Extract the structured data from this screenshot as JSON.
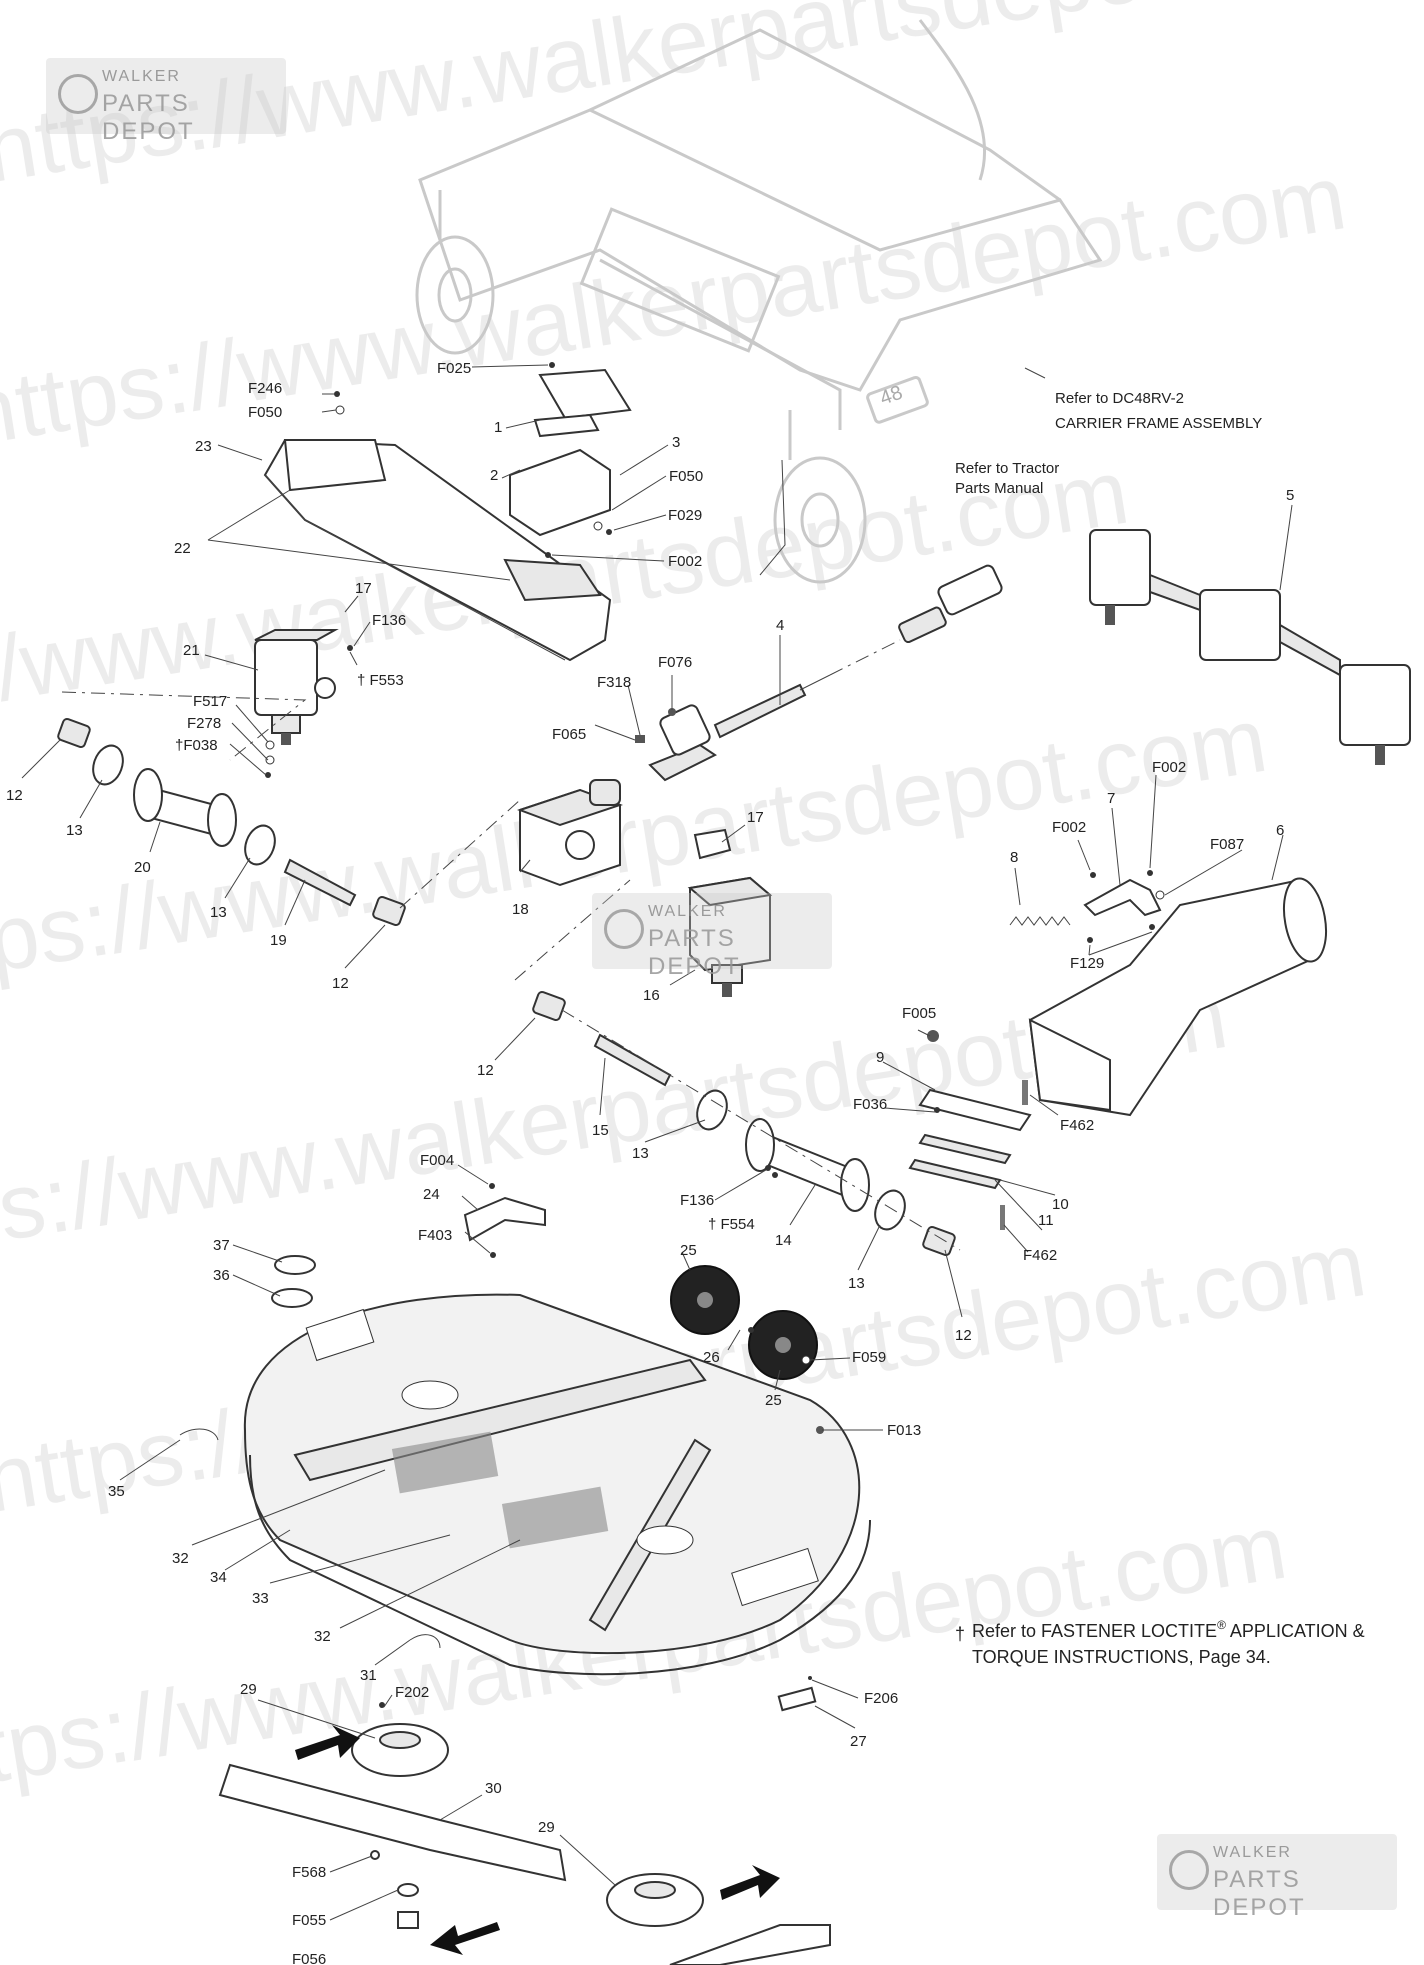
{
  "watermark": {
    "line1": "https://www.walkerpartsdepot.com",
    "line2": "https://www.walkerpartsdepot.com",
    "line3": "https://www.walkerpartsdepot.com",
    "line4": "https://www.walkerpartsdepot.com",
    "line5": "https://www.walkerpartsdepot.com",
    "line6": "https://www.walkerpartsdepot.com",
    "line7": "https://www.walkerpartsdepot.com"
  },
  "logo": {
    "walker": "WALKER",
    "depot": "PARTS DEPOT"
  },
  "refs": {
    "carrier_1": "Refer to DC48RV-2",
    "carrier_2": "CARRIER FRAME ASSEMBLY",
    "tractor_1": "Refer to Tractor",
    "tractor_2": "Parts Manual"
  },
  "note": {
    "dagger": "†",
    "line1": "Refer to FASTENER LOCTITE",
    "reg": "®",
    "line1b": " APPLICATION &",
    "line2": "TORQUE INSTRUCTIONS, Page 34."
  },
  "deck_badge": "48",
  "labels": {
    "F246": "F246",
    "F050a": "F050",
    "F025": "F025",
    "p1": "1",
    "p2": "2",
    "p3": "3",
    "F050b": "F050",
    "F029": "F029",
    "F002a": "F002",
    "p23": "23",
    "p22": "22",
    "p17a": "17",
    "F136a": "F136",
    "F553": "† F553",
    "p21": "21",
    "F517": "F517",
    "F278": "F278",
    "F038": "†F038",
    "p12a": "12",
    "p13a": "13",
    "p20": "20",
    "p13b": "13",
    "p19": "19",
    "p12b": "12",
    "p18": "18",
    "F318": "F318",
    "F076": "F076",
    "p4": "4",
    "F065": "F065",
    "p5": "5",
    "p17b": "17",
    "p16": "16",
    "F002b": "F002",
    "F002c": "F002",
    "p7": "7",
    "F087": "F087",
    "p8": "8",
    "p6": "6",
    "F129": "F129",
    "F005": "F005",
    "p9": "9",
    "F036": "F036",
    "F462a": "F462",
    "p12c": "12",
    "p15": "15",
    "p13c": "13",
    "F136b": "F136",
    "F554": "† F554",
    "p14": "14",
    "p10": "10",
    "p11": "11",
    "F462b": "F462",
    "p13d": "13",
    "p12d": "12",
    "F004": "F004",
    "p24": "24",
    "F403": "F403",
    "p37": "37",
    "p36": "36",
    "p25a": "25",
    "p26": "26",
    "p25b": "25",
    "F059": "F059",
    "F013": "F013",
    "p35": "35",
    "p32a": "32",
    "p34": "34",
    "p33": "33",
    "p32b": "32",
    "p31": "31",
    "F206": "F206",
    "p27": "27",
    "p29a": "29",
    "F202": "F202",
    "p30": "30",
    "p29b": "29",
    "F568": "F568",
    "F055": "F055",
    "F056": "F056"
  }
}
